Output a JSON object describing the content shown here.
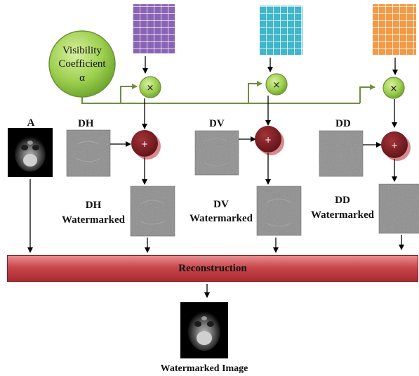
{
  "visibility": {
    "line1": "Visibility",
    "line2": "Coefficient",
    "line3": "α"
  },
  "multiply_symbol": "×",
  "add_symbol": "+",
  "labels": {
    "a": "A",
    "dh": "DH",
    "dv": "DV",
    "dd": "DD",
    "dh_wm_line1": "DH",
    "dh_wm_line2": "Watermarked",
    "dv_wm_line1": "DV",
    "dv_wm_line2": "Watermarked",
    "dd_wm_line1": "DD",
    "dd_wm_line2": "Watermarked"
  },
  "reconstruction": "Reconstruction",
  "output_label": "Watermarked Image",
  "colors": {
    "grid_purple": "#8a63b5",
    "grid_cyan": "#3fb6c9",
    "grid_orange": "#f29a45",
    "green_node": "#8cc63f",
    "green_line": "#6e8f3a",
    "add_node": "#7a1f24",
    "recon_bar": "#c8484d"
  }
}
